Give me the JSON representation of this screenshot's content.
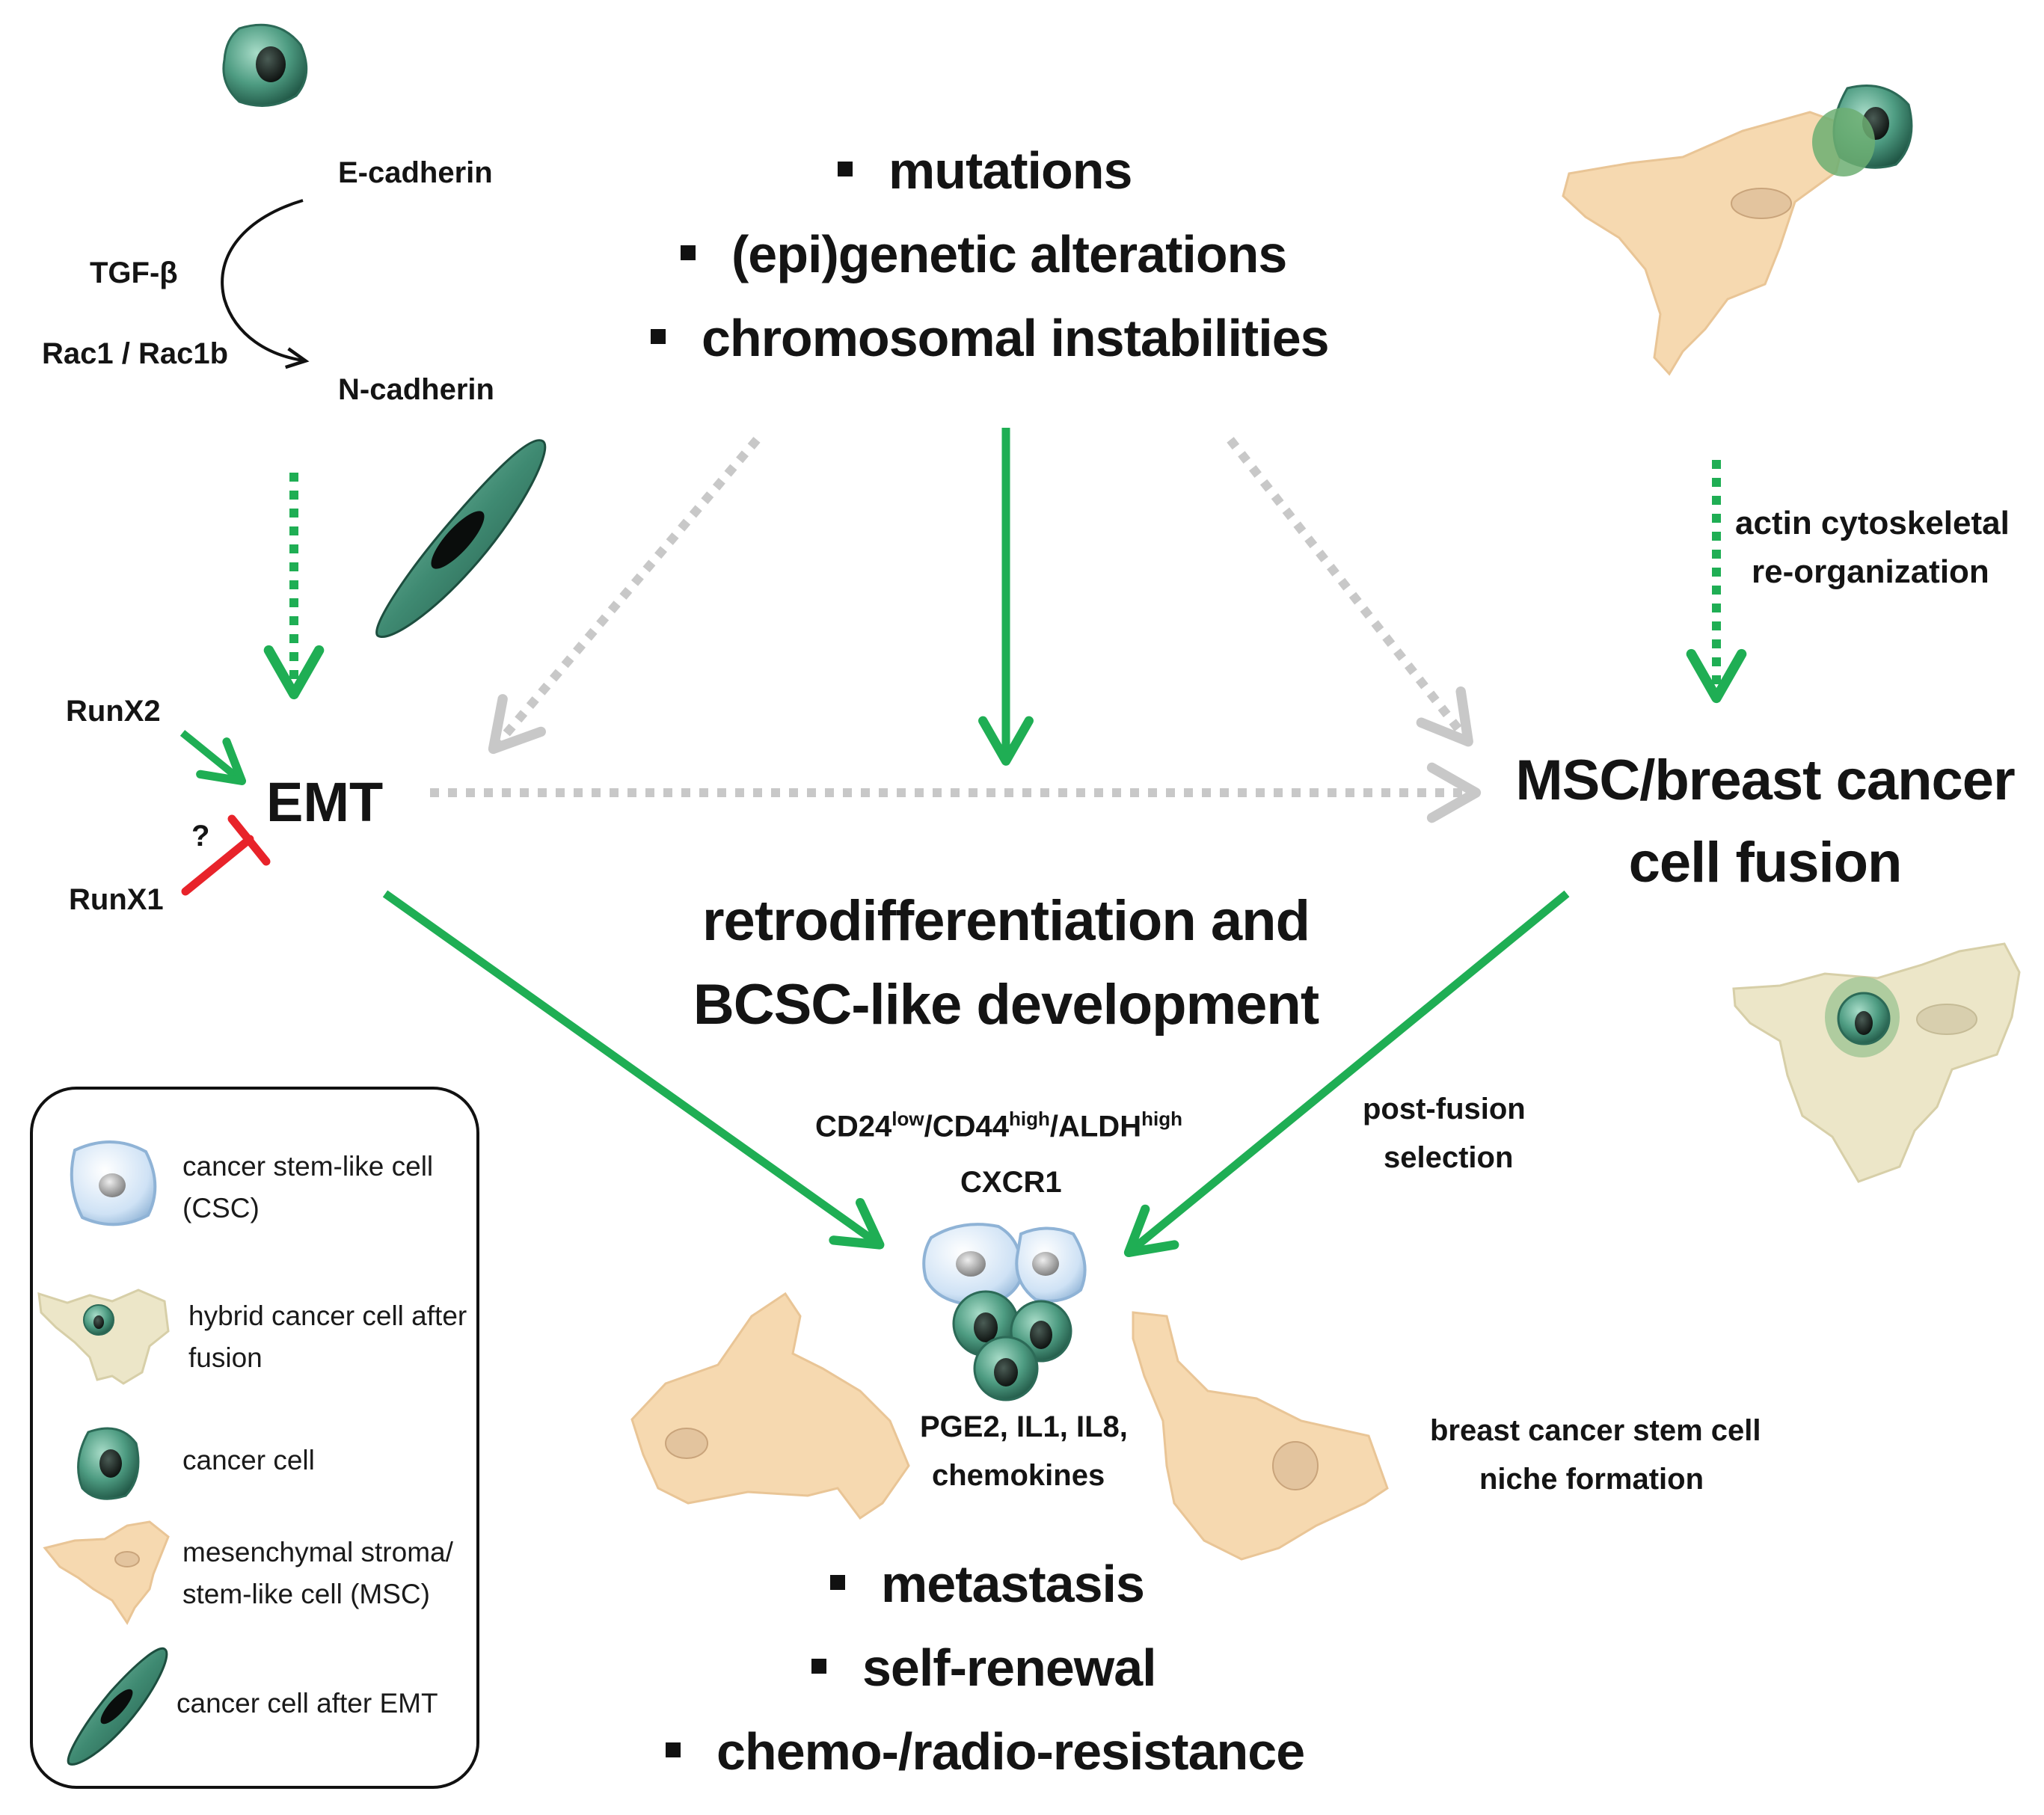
{
  "colors": {
    "green_arrow": "#1fae54",
    "gray_arrow": "#c8c8c8",
    "inhibit": "#e8232a",
    "msc_fill": "#f6d9b0",
    "hybrid_fill": "#ece6c8",
    "cancer_cell": "#3f8a72",
    "csc_fill": "#cfe2f5"
  },
  "top_left": {
    "e_cadherin": "E-cadherin",
    "n_cadherin": "N-cadherin",
    "tgf": "TGF-β",
    "rac": "Rac1 / Rac1b"
  },
  "drivers": {
    "items": [
      "mutations",
      "(epi)genetic alterations",
      "chromosomal instabilities"
    ]
  },
  "emt": {
    "label": "EMT",
    "runx2": "RunX2",
    "runx1": "RunX1",
    "question": "?"
  },
  "fusion": {
    "title_line1": "MSC/breast cancer",
    "title_line2": "cell fusion",
    "actin_line1": "actin cytoskeletal",
    "actin_line2": "re-organization",
    "post_line1": "post-fusion",
    "post_line2": "selection"
  },
  "center": {
    "retro_line1": "retrodifferentiation and",
    "retro_line2": "BCSC-like development",
    "marker_cd24": "CD24",
    "marker_low": "low",
    "marker_cd44": "/CD44",
    "marker_high1": "high",
    "marker_aldh": "/ALDH",
    "marker_high2": "high",
    "cxcr1": "CXCR1",
    "factors_line1": "PGE2, IL1,  IL8,",
    "factors_line2": "chemokines",
    "niche_line1": "breast cancer stem cell",
    "niche_line2": "niche formation"
  },
  "outcomes": {
    "items": [
      "metastasis",
      "self-renewal",
      "chemo-/radio-resistance"
    ]
  },
  "legend": {
    "csc_line1": "cancer stem-like cell",
    "csc_line2": "(CSC)",
    "hybrid_line1": "hybrid cancer cell after",
    "hybrid_line2": "fusion",
    "cancer": "cancer cell",
    "msc_line1": "mesenchymal stroma/",
    "msc_line2": "stem-like  cell (MSC)",
    "emt_cell": "cancer cell after EMT"
  }
}
